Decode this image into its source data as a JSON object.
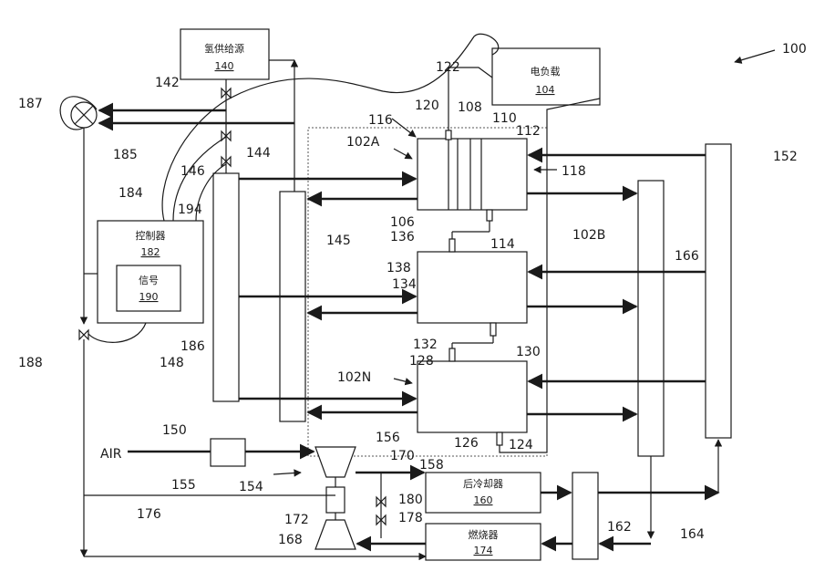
{
  "labels": {
    "system": "100",
    "h2_source": "氢供给源",
    "h2_source_num": "140",
    "load": "电负载",
    "load_num": "104",
    "controller": "控制器",
    "controller_num": "182",
    "signal": "信号",
    "signal_num": "190",
    "aftercooler": "后冷却器",
    "aftercooler_num": "160",
    "combustor": "燃烧器",
    "combustor_num": "174",
    "air": "AIR",
    "n187": "187",
    "n142": "142",
    "n144": "144",
    "n146": "146",
    "n185": "185",
    "n184": "184",
    "n194": "194",
    "n188": "188",
    "n186": "186",
    "n148": "148",
    "n176": "176",
    "n155": "155",
    "n150": "150",
    "n154": "154",
    "n156": "156",
    "n170": "170",
    "n158": "158",
    "n172": "172",
    "n168": "168",
    "n180": "180",
    "n178": "178",
    "n122": "122",
    "n120": "120",
    "n108": "108",
    "n110": "110",
    "n112": "112",
    "n116": "116",
    "n102a": "102A",
    "n118": "118",
    "n106": "106",
    "n136": "136",
    "n114": "114",
    "n102b": "102B",
    "n138": "138",
    "n134": "134",
    "n145": "145",
    "n166": "166",
    "n152": "152",
    "n132": "132",
    "n130": "130",
    "n128": "128",
    "n102n": "102N",
    "n126": "126",
    "n124": "124",
    "n162": "162",
    "n164": "164"
  }
}
